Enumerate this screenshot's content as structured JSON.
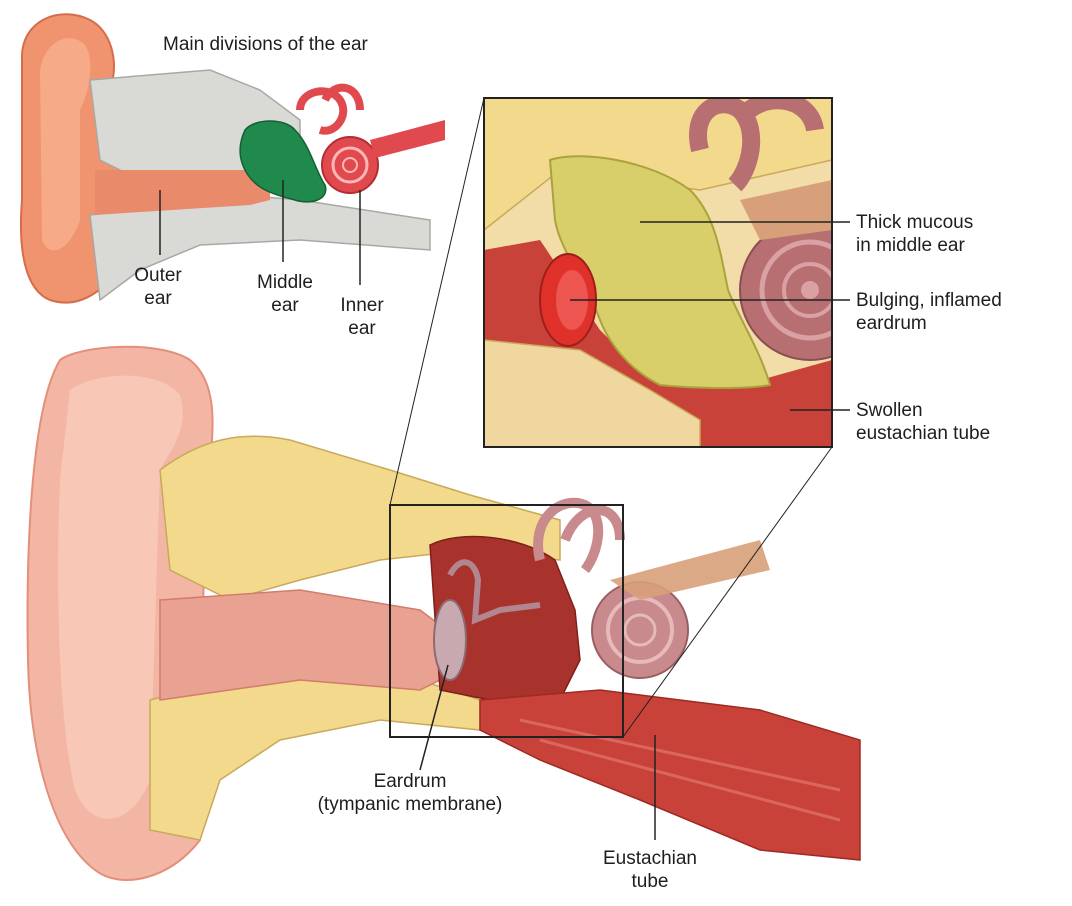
{
  "top_diagram": {
    "title": "Main divisions of the ear",
    "labels": {
      "outer_ear": [
        "Outer",
        "ear"
      ],
      "middle_ear": [
        "Middle",
        "ear"
      ],
      "inner_ear": [
        "Inner",
        "ear"
      ]
    }
  },
  "inset": {
    "labels": {
      "thick_mucous": [
        "Thick mucous",
        "in middle ear"
      ],
      "bulging_eardrum": [
        "Bulging, inflamed",
        "eardrum"
      ],
      "swollen_tube": [
        "Swollen",
        "eustachian tube"
      ]
    }
  },
  "main_diagram": {
    "labels": {
      "eardrum": [
        "Eardrum",
        "(tympanic membrane)"
      ],
      "eustachian_tube": [
        "Eustachian",
        "tube"
      ]
    }
  },
  "colors": {
    "skin": "#f4b6a4",
    "skin_shadow": "#e58c72",
    "bone": "#f3d98c",
    "bone_grey": "#d9d9d6",
    "middle_ear_green": "#1f8a4c",
    "inner_ear_red": "#e04a4f",
    "cochlea": "#b86f72",
    "muscle": "#c9423a",
    "mucus": "#d8cf6a",
    "eardrum_red": "#e0302a",
    "line": "#222222"
  }
}
